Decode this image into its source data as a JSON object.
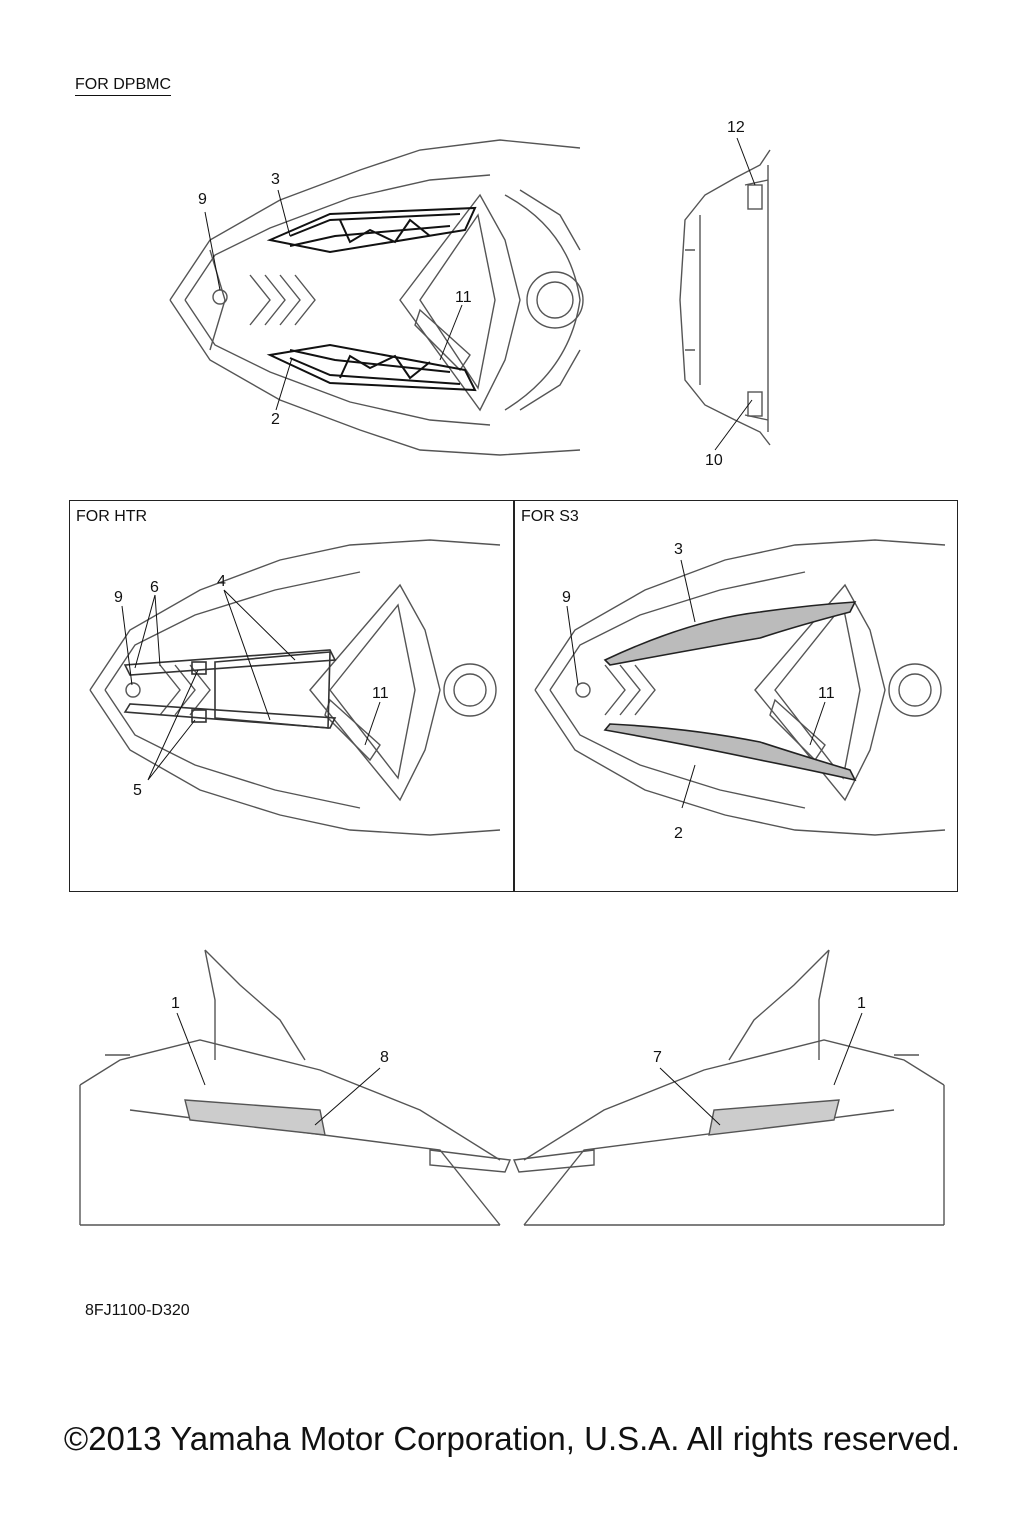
{
  "sections": {
    "dpbmc": "FOR DPBMC",
    "htr": "FOR HTR",
    "s3": "FOR S3"
  },
  "callouts": {
    "dpbmc": [
      "9",
      "3",
      "11",
      "2",
      "12",
      "10"
    ],
    "htr": [
      "9",
      "6",
      "4",
      "11",
      "5"
    ],
    "s3": [
      "3",
      "9",
      "11",
      "2"
    ],
    "side_left": [
      "1",
      "8"
    ],
    "side_right": [
      "7",
      "1"
    ]
  },
  "drawing_code": "8FJ1100-D320",
  "copyright": "©2013 Yamaha Motor Corporation, U.S.A. All rights reserved."
}
